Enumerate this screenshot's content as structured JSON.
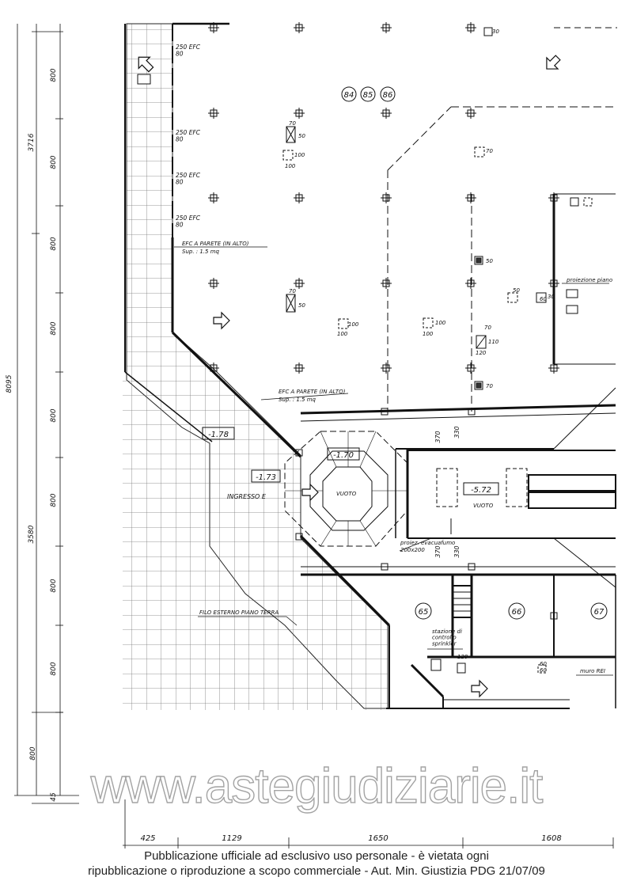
{
  "plan": {
    "left_dims": [
      {
        "label": "800"
      },
      {
        "label": "800"
      },
      {
        "label": "800"
      },
      {
        "label": "800"
      },
      {
        "label": "800"
      },
      {
        "label": "800"
      },
      {
        "label": "800"
      },
      {
        "label": "800"
      },
      {
        "label": "800"
      },
      {
        "label": "45"
      }
    ],
    "overall_dims": [
      {
        "label": "3716"
      },
      {
        "label": "8095"
      },
      {
        "label": "3580"
      }
    ],
    "bottom_dims": [
      {
        "label": "425"
      },
      {
        "label": "1129"
      },
      {
        "label": "1650"
      },
      {
        "label": "1608"
      }
    ],
    "store_numbers": [
      "84",
      "85",
      "86",
      "65",
      "66",
      "67"
    ],
    "elevations": [
      "-1.78",
      "-1.70",
      "-1.73",
      "-5.72"
    ],
    "vents": [
      {
        "label": "250 EFC\n80"
      },
      {
        "label": "250 EFC\n80"
      },
      {
        "label": "250 EFC\n80"
      },
      {
        "label": "250 EFC\n80"
      }
    ],
    "labels": {
      "efc_parete_1": "EFC A PARETE (IN ALTO)",
      "sup_1": "Sup. : 1.5 mq",
      "efc_parete_2": "EFC A PARETE (IN ALTO)",
      "sup_2": "Sup. : 1.5 mq",
      "ingresso": "INGRESSO E",
      "vuoto_1": "VUOTO",
      "vuoto_2": "VUOTO",
      "proiez": "proiez. evacuafumo",
      "proiez_size": "200x200",
      "filo": "FILO ESTERNO PIANO TERRA",
      "stazione": "stazione di\ncontrollo\nsprinkler",
      "proiezione_piano": "proiezione piano",
      "muro_rei": "muro REI",
      "dim_370a": "370",
      "dim_330a": "330",
      "dim_370b": "370",
      "dim_330b": "330"
    },
    "shaft_labels": [
      "70",
      "50",
      "100",
      "100",
      "70",
      "50",
      "100",
      "100",
      "100",
      "100",
      "70",
      "50",
      "70",
      "110",
      "120",
      "70",
      "30",
      "60",
      "60",
      "50",
      "120",
      "30",
      "60"
    ]
  },
  "watermark": "www.astegiudiziarie.it",
  "disclaimer_line1": "Pubblicazione ufficiale ad esclusivo uso personale - è vietata ogni",
  "disclaimer_line2": "ripubblicazione o riproduzione a scopo commerciale - Aut. Min. Giustizia PDG 21/07/09"
}
